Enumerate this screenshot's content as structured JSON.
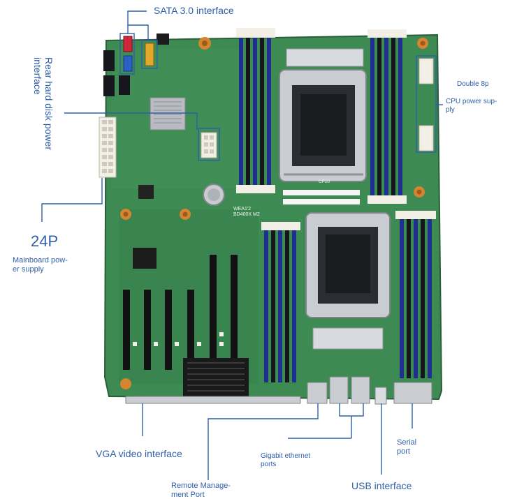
{
  "labels": {
    "sata": "SATA 3.0 interface",
    "rear_hdd_line1": "Rear hard disk power",
    "rear_hdd_line2": "interface",
    "double_8p": "Double 8p",
    "cpu_power_line1": "CPU power sup-",
    "cpu_power_line2": "ply",
    "p24": "24P",
    "mainboard_line1": "Mainboard pow-",
    "mainboard_line2": "er supply",
    "vga": "VGA video interface",
    "gigabit_line1": "Gigabit ethernet",
    "gigabit_line2": "ports",
    "serial_line1": "Serial",
    "serial_line2": "port",
    "remote_line1": "Remote Manage-",
    "remote_line2": "ment Port",
    "usb": "USB interface"
  },
  "board_markings": {
    "model_line1": "WEA1'2",
    "model_line2": "BD400X M2",
    "cpu_socket_tag": "CPU0"
  },
  "colors": {
    "pcb": "#3d8a52",
    "pcb_dark": "#2e6b3f",
    "callout_line": "#2f5fa8",
    "callout_text": "#2f5fa8",
    "dimm_blue": "#1e2f8f",
    "dimm_black": "#15171c",
    "pcie_black": "#111111",
    "sata_red": "#d0263b",
    "sata_blue": "#2c5fc7",
    "sata_yellow": "#e3a72a",
    "connector_white": "#f2efe6",
    "socket_metal": "#c9cdd1"
  },
  "icons": [
    "cpu-socket-icon",
    "heatsink-icon",
    "battery-icon"
  ]
}
